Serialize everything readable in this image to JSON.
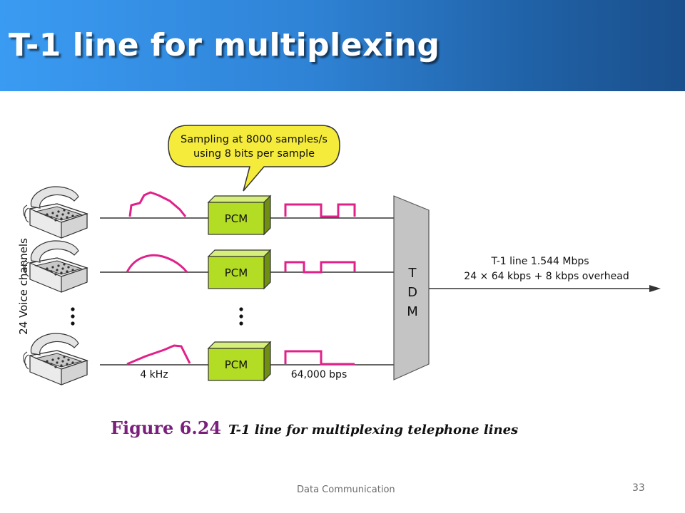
{
  "slide": {
    "title": "T-1 line for multiplexing",
    "footer": "Data Communication",
    "page_number": "33"
  },
  "diagram": {
    "callout": {
      "line1": "Sampling at 8000 samples/s",
      "line2": "using 8 bits per sample"
    },
    "side_label": "24 Voice channels",
    "pcm_label": "PCM",
    "tdm_letters": [
      "T",
      "D",
      "M"
    ],
    "analog_label": "4 kHz",
    "digital_label": "64,000 bps",
    "output_line1": "T-1 line 1.544 Mbps",
    "output_line2": "24 × 64 kbps + 8 kbps overhead",
    "ellipsis_icon": "ellipsis-icon",
    "phone_icon": "telephone-icon",
    "colors": {
      "signal": "#e0218a",
      "pcm_box": "#b3dd25",
      "callout": "#f5eb3a",
      "tdm": "#c4c4c4"
    }
  },
  "caption": {
    "number": "Figure 6.24",
    "text": "T-1 line for multiplexing telephone lines"
  }
}
